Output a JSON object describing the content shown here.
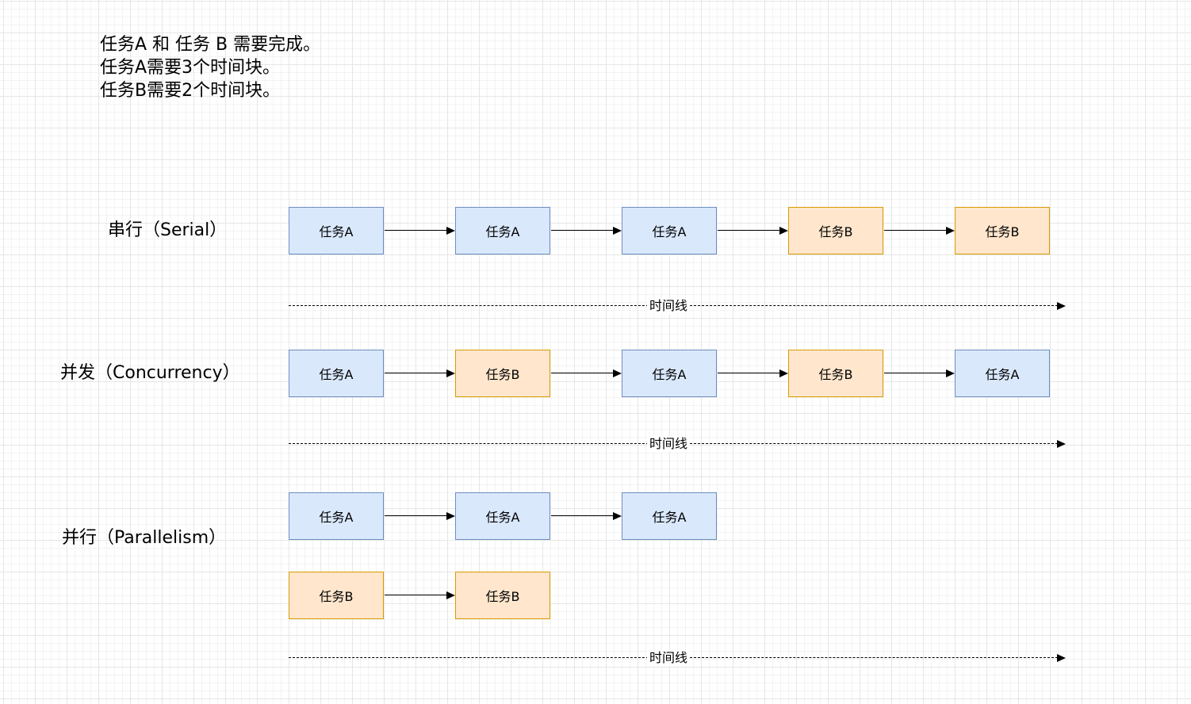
{
  "intro": {
    "lines": [
      "任务A 和 任务 B 需要完成。",
      "任务A需要3个时间块。",
      "任务B需要2个时间块。"
    ]
  },
  "timeline_label": "时间线",
  "rows": {
    "serial": {
      "label": "串行（Serial）",
      "blocks": [
        "任务A",
        "任务A",
        "任务A",
        "任务B",
        "任务B"
      ]
    },
    "concurrency": {
      "label": "并发（Concurrency）",
      "blocks": [
        "任务A",
        "任务B",
        "任务A",
        "任务B",
        "任务A"
      ]
    },
    "parallelism": {
      "label": "并行（Parallelism）",
      "lane_a": [
        "任务A",
        "任务A",
        "任务A"
      ],
      "lane_b": [
        "任务B",
        "任务B"
      ]
    }
  },
  "colors": {
    "task_a_fill": "#dae8fc",
    "task_a_border": "#6c8ebf",
    "task_b_fill": "#ffe6cc",
    "task_b_border": "#d79b00"
  }
}
